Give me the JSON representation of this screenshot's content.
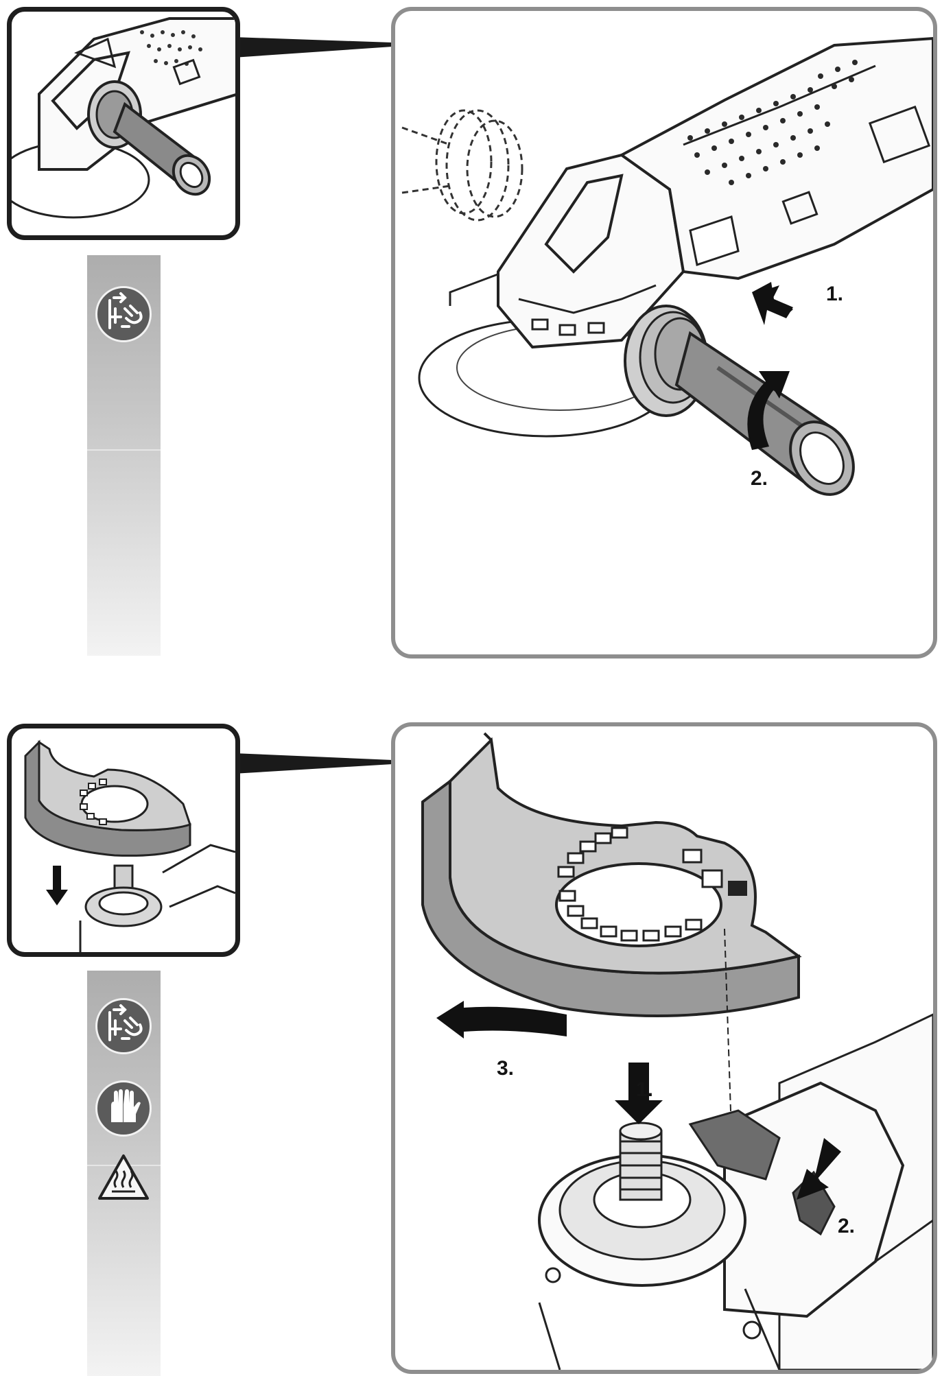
{
  "figure_top": {
    "steps": [
      {
        "label": "1."
      },
      {
        "label": "2."
      }
    ],
    "strip_icons": [
      "unplug-before-work-icon"
    ]
  },
  "figure_bottom": {
    "steps": [
      {
        "label": "1."
      },
      {
        "label": "2."
      },
      {
        "label": "3."
      }
    ],
    "strip_icons": [
      "unplug-before-work-icon",
      "wear-gloves-icon",
      "hot-surface-warning-icon"
    ]
  }
}
